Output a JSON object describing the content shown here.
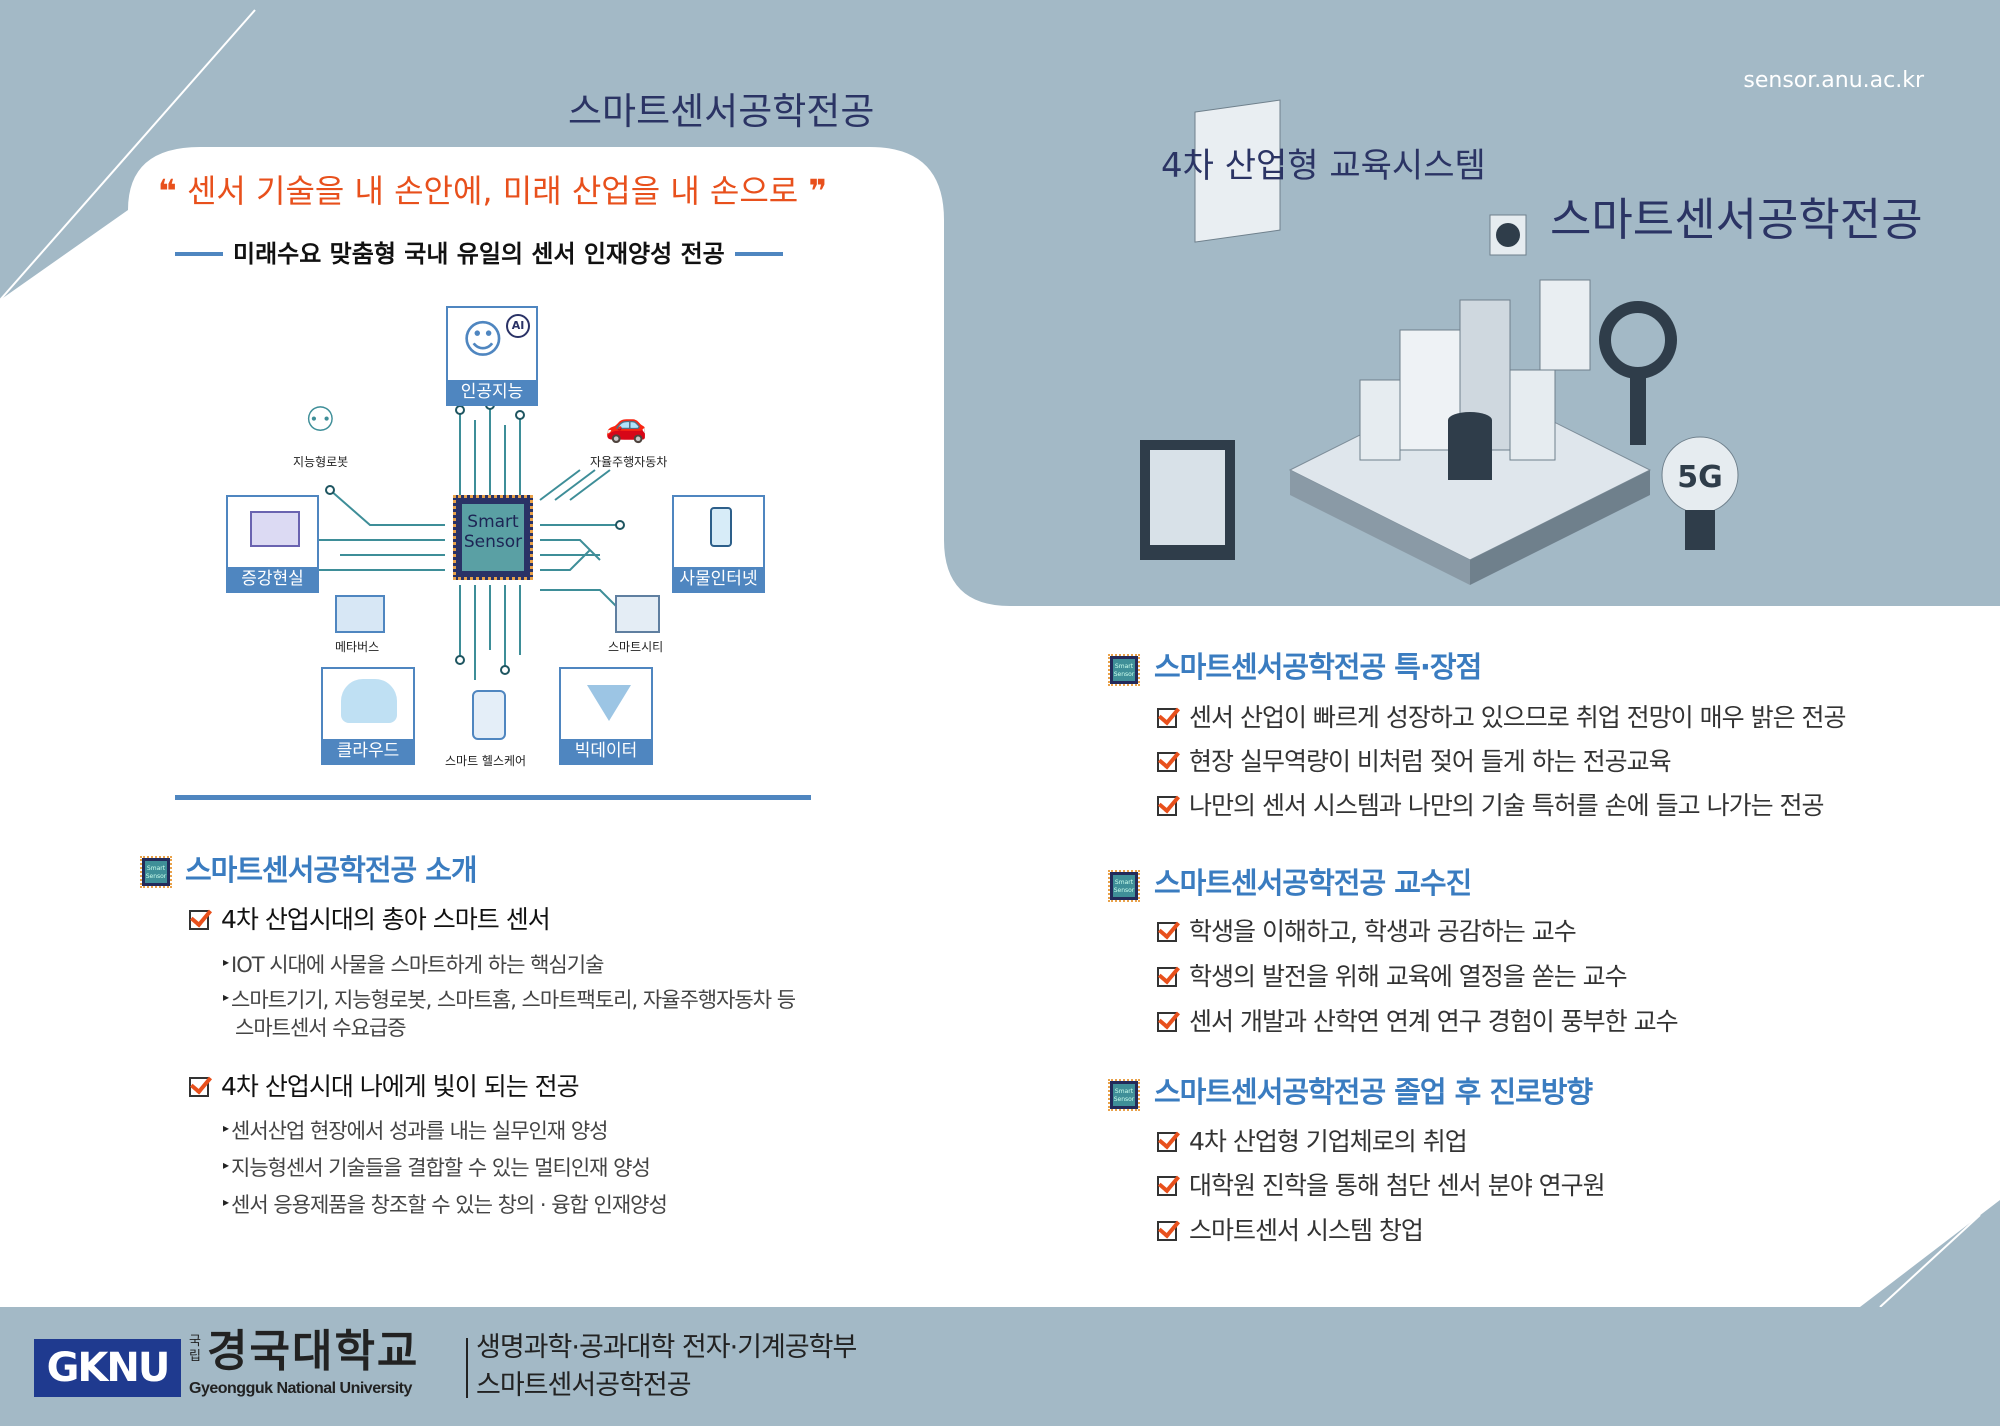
{
  "header": {
    "url": "sensor.anu.ac.kr",
    "left_title": "스마트센서공학전공",
    "right_subtitle": "4차 산업형 교육시스템",
    "right_title": "스마트센서공학전공"
  },
  "hero": {
    "quote": "센서 기술을 내 손안에, 미래 산업을 내 손으로",
    "subtitle": "미래수요 맞춤형 국내 유일의 센서 인재양성 전공"
  },
  "diagram": {
    "chip": [
      "Smart",
      "Sensor"
    ],
    "ai_badge": "AI",
    "tiles": [
      "인공지능",
      "증강현실",
      "사물인터넷",
      "클라우드",
      "빅데이터"
    ],
    "labels": [
      "지능형로봇",
      "자율주행자동차",
      "메타버스",
      "스마트시티",
      "스마트 헬스케어"
    ],
    "illustration_5g": "5G"
  },
  "icon_text": [
    "Smart",
    "Sensor"
  ],
  "intro": {
    "title": "스마트센서공학전공 소개",
    "groups": [
      {
        "heading": "4차 산업시대의 총아 스마트 센서",
        "bullets": [
          "IOT 시대에 사물을 스마트하게 하는 핵심기술",
          "스마트기기, 지능형로봇, 스마트홈, 스마트팩토리, 자율주행자동차 등",
          "스마트센서 수요급증"
        ]
      },
      {
        "heading": "4차 산업시대 나에게 빛이 되는 전공",
        "bullets": [
          "센서산업 현장에서 성과를 내는 실무인재 양성",
          "지능형센서 기술들을 결합할 수 있는 멀티인재 양성",
          "센서 응용제품을 창조할 수 있는 창의 · 융합 인재양성"
        ]
      }
    ]
  },
  "sections": [
    {
      "title": "스마트센서공학전공 특·장점",
      "items": [
        "센서 산업이 빠르게 성장하고 있으므로 취업 전망이 매우 밝은 전공",
        "현장 실무역량이 비처럼 젖어 들게 하는 전공교육",
        "나만의 센서 시스템과 나만의 기술 특허를 손에 들고 나가는 전공"
      ]
    },
    {
      "title": "스마트센서공학전공 교수진",
      "items": [
        "학생을 이해하고, 학생과 공감하는 교수",
        "학생의 발전을 위해 교육에 열정을 쏟는 교수",
        "센서 개발과 산학연 연계 연구 경험이 풍부한 교수"
      ]
    },
    {
      "title": "스마트센서공학전공 졸업 후 진로방향",
      "items": [
        "4차 산업형 기업체로의 취업",
        "대학원 진학을 통해 첨단 센서 분야 연구원",
        "스마트센서 시스템 창업"
      ]
    }
  ],
  "footer": {
    "logo": "GKNU",
    "national": "국립",
    "univ_kr": "경국대학교",
    "univ_en": "Gyeongguk National University",
    "college": "생명과학·공과대학 전자·기계공학부",
    "major": "스마트센서공학전공"
  },
  "colors": {
    "bg": "#a3b9c6",
    "navy": "#2b3464",
    "accent": "#e8501c",
    "blue": "#3a7cc0"
  }
}
